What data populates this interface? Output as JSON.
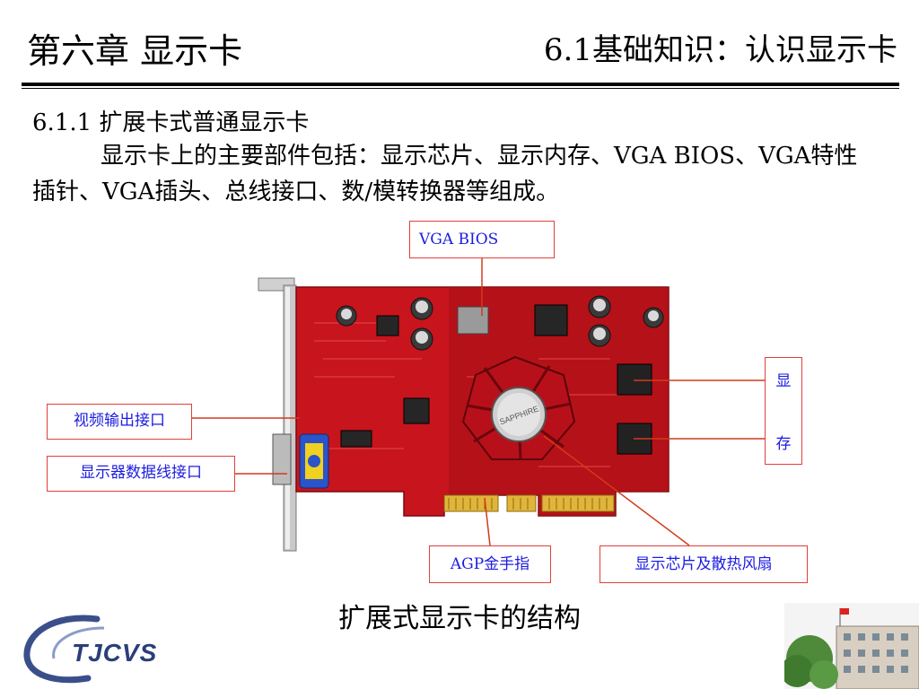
{
  "header": {
    "chapter_title": "第六章 显示卡",
    "section_title": "6.1基础知识：认识显示卡"
  },
  "content": {
    "subsection_heading": "6.1.1  扩展卡式普通显示卡",
    "body_text": "显示卡上的主要部件包括：显示芯片、显示内存、VGA BIOS、VGA特性插针、VGA插头、总线接口、数/模转换器等组成。"
  },
  "figure": {
    "labels": {
      "vga_bios": "VGA BIOS",
      "video_out": "视频输出接口",
      "monitor_connector": "显示器数据线接口",
      "agp": "AGP金手指",
      "chip_fan": "显示芯片及散热风扇",
      "memory_top": "显",
      "memory_bottom": "存"
    },
    "chip_marking": "SAPPHIRE",
    "caption": "扩展式显示卡的结构"
  },
  "footer": {
    "logo_text": "TJCVS"
  },
  "colors": {
    "pcb": "#c8141c",
    "label_border": "#e0403a",
    "label_text": "#1c1ce0",
    "leader_line": "#d23a1e"
  }
}
